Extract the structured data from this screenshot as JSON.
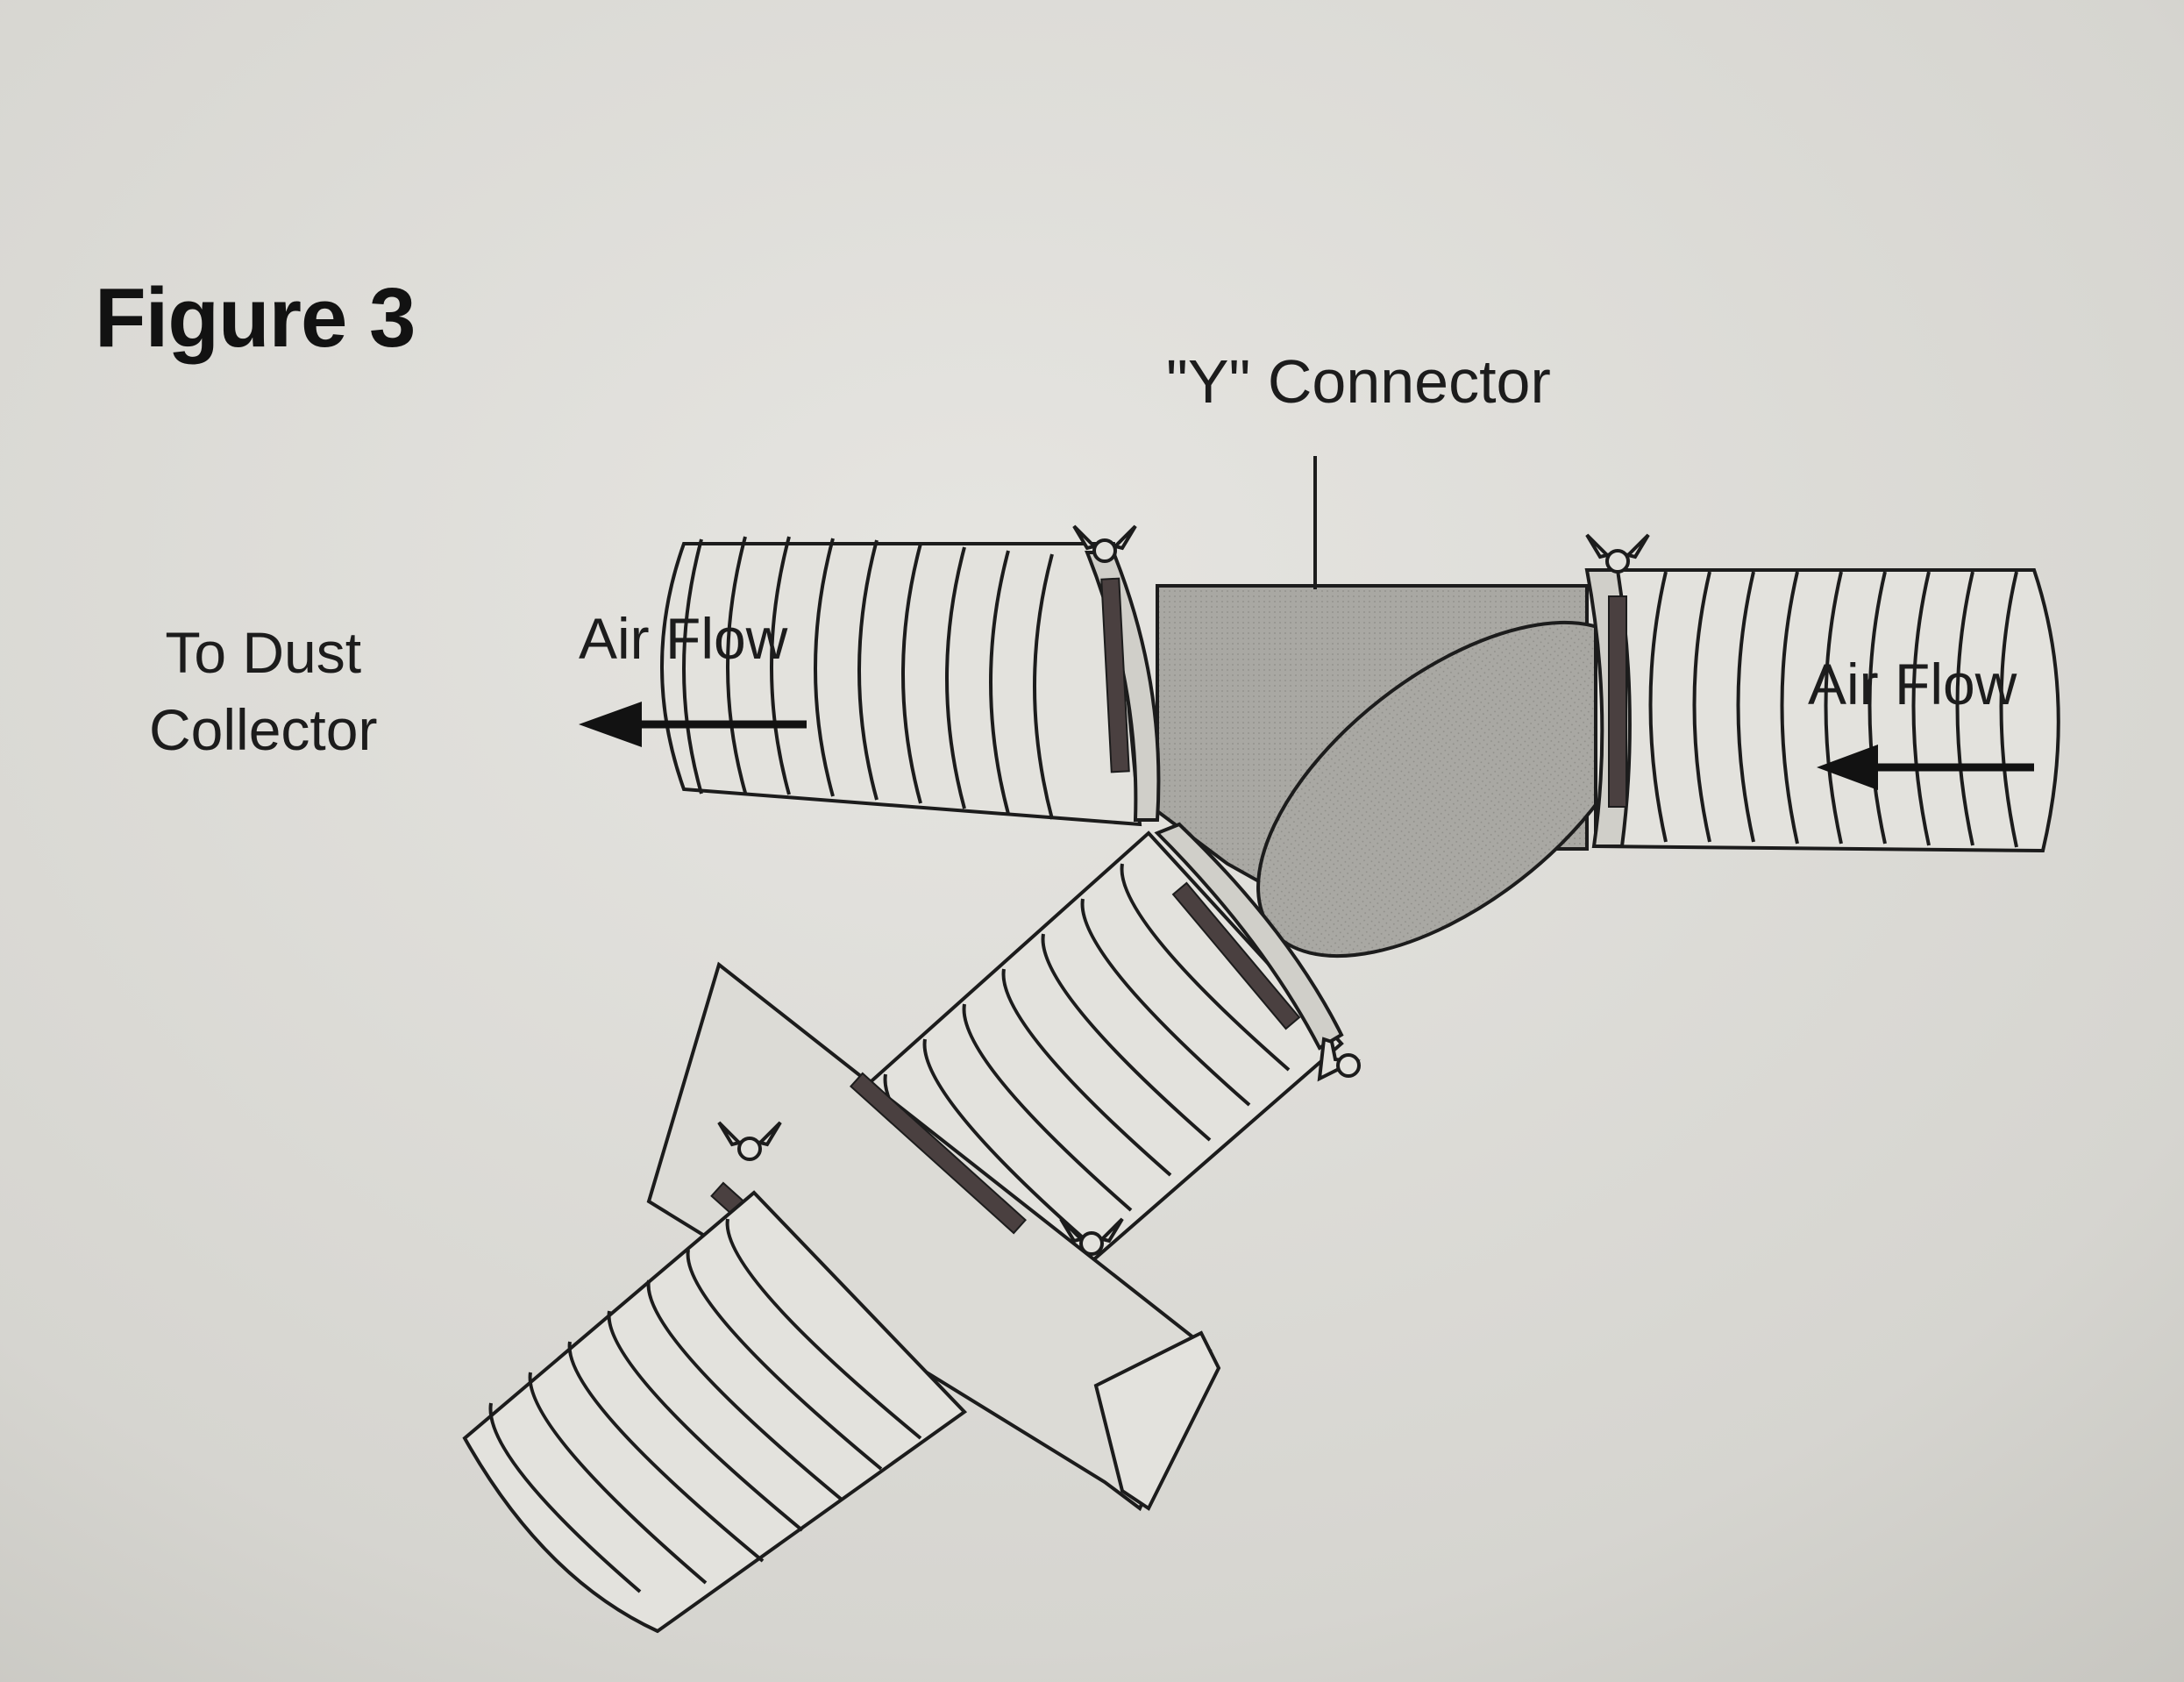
{
  "figure": {
    "title": "Figure 3",
    "labels": {
      "y_connector": "\"Y\" Connector",
      "to_dust_collector_line1": "To Dust",
      "to_dust_collector_line2": "Collector",
      "air_flow_left": "Air Flow",
      "air_flow_right": "Air Flow"
    }
  },
  "colors": {
    "paper": "#d9d8d3",
    "connector_fill": "#a9a8a3",
    "ink": "#1c1c1c",
    "hose_fill": "#e3e2dd"
  }
}
